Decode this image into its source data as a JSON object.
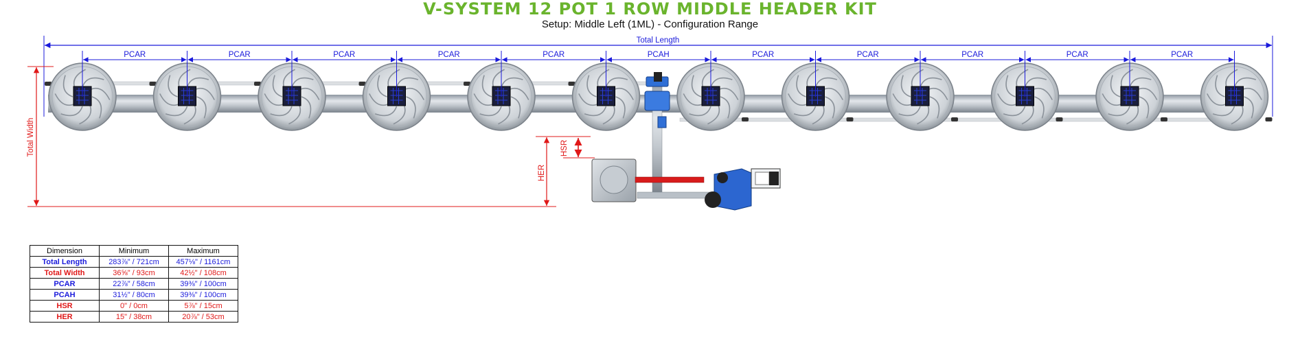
{
  "title": "V-SYSTEM 12 POT 1 ROW MIDDLE HEADER KIT",
  "subtitle": "Setup: Middle Left (1ML) - Configuration Range",
  "colors": {
    "title": "#6ab42d",
    "blue": "#1a1adb",
    "red": "#e01818"
  },
  "labels": {
    "total_length": "Total Length",
    "total_width": "Total Width",
    "hsr": "HSR",
    "her": "HER",
    "spacings": [
      "PCAR",
      "PCAR",
      "PCAR",
      "PCAR",
      "PCAR",
      "PCAH",
      "PCAR",
      "PCAR",
      "PCAR",
      "PCAR",
      "PCAR"
    ]
  },
  "pot_count": 12,
  "table": {
    "headers": [
      "Dimension",
      "Minimum",
      "Maximum"
    ],
    "rows": [
      {
        "dimension": "Total Length",
        "min": "283⅞\" / 721cm",
        "max": "457⅛\" / 1161cm",
        "color": "blue"
      },
      {
        "dimension": "Total Width",
        "min": "36⅝\" / 93cm",
        "max": "42½\" / 108cm",
        "color": "red"
      },
      {
        "dimension": "PCAR",
        "min": "22⅞\" / 58cm",
        "max": "39⅜\" / 100cm",
        "color": "blue"
      },
      {
        "dimension": "PCAH",
        "min": "31½\" / 80cm",
        "max": "39⅜\" / 100cm",
        "color": "blue"
      },
      {
        "dimension": "HSR",
        "min": "0\" / 0cm",
        "max": "5⅞\" / 15cm",
        "color": "red"
      },
      {
        "dimension": "HER",
        "min": "15\" / 38cm",
        "max": "20⅞\" / 53cm",
        "color": "red"
      }
    ]
  }
}
